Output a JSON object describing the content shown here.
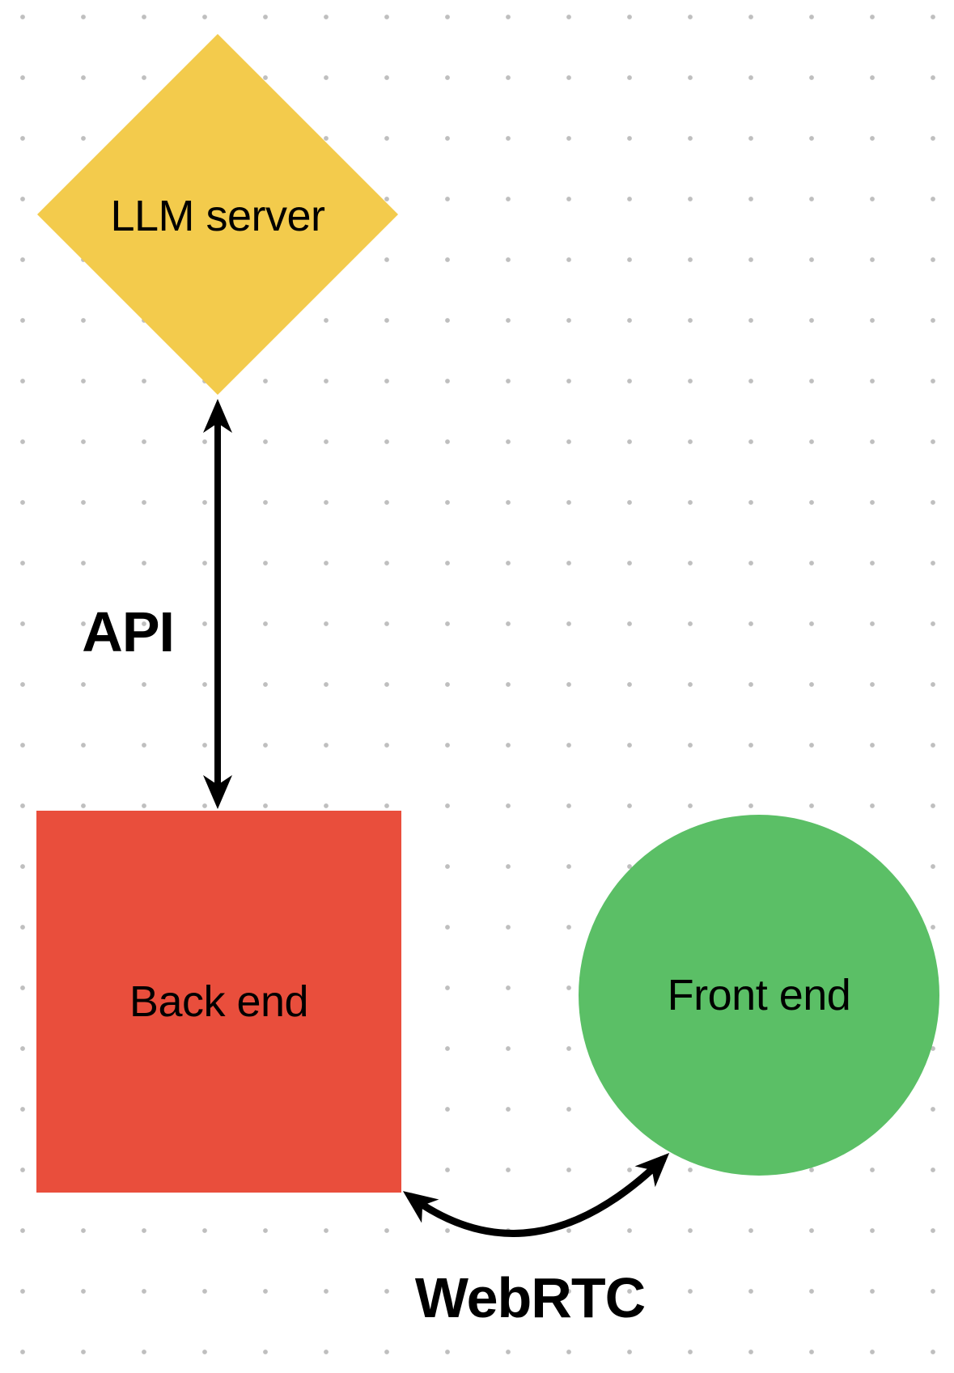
{
  "diagram": {
    "background": {
      "color": "#ffffff",
      "dot_color": "#bfbfbf"
    },
    "arrow_color": "#000000",
    "text_color": "#000000",
    "nodes": [
      {
        "id": "llm-server",
        "label": "LLM server",
        "shape": "diamond",
        "color": "#f3cb4c"
      },
      {
        "id": "back-end",
        "label": "Back end",
        "shape": "square",
        "color": "#e94e3c"
      },
      {
        "id": "front-end",
        "label": "Front end",
        "shape": "circle",
        "color": "#5bbf66"
      }
    ],
    "edges": [
      {
        "id": "api",
        "label": "API",
        "from": "llm-server",
        "to": "back-end",
        "style": "straight-double-headed-arrow",
        "color": "#000000"
      },
      {
        "id": "webrtc",
        "label": "WebRTC",
        "from": "back-end",
        "to": "front-end",
        "style": "curved-double-headed-arrow",
        "color": "#000000"
      }
    ]
  }
}
